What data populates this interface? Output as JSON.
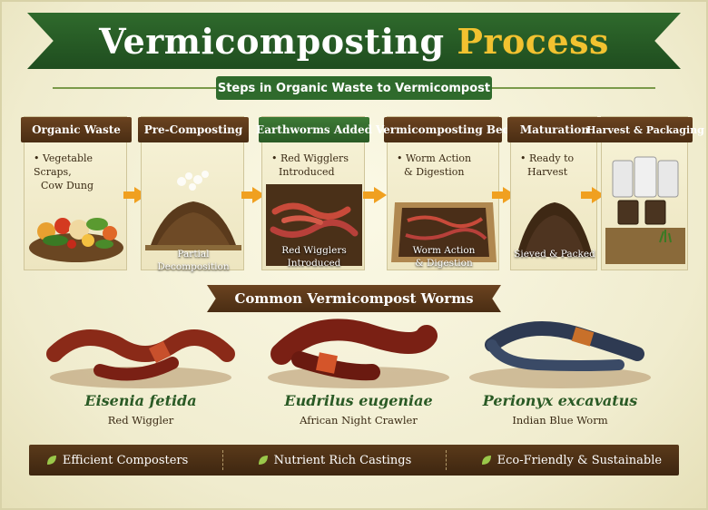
{
  "title": {
    "main": "Vermicomposting",
    "accent": "Process"
  },
  "subtitle": "Steps in Organic Waste to Vermicompost",
  "steps": [
    {
      "header": "Organic Waste",
      "desc": [
        "• Vegetable Scraps,",
        "Cow Dung"
      ],
      "caption": []
    },
    {
      "header": "Pre-Composting",
      "desc": [],
      "caption": [
        "Partial Decomposition"
      ]
    },
    {
      "header": "Earthworms Added",
      "desc": [
        "• Red Wigglers",
        "Introduced"
      ],
      "caption": [
        "Red Wigglers",
        "Introduced"
      ]
    },
    {
      "header": "Vermicomposting Bed",
      "desc": [
        "• Worm Action",
        "& Digestion"
      ],
      "caption": [
        "Worm Action",
        "& Digestion"
      ]
    },
    {
      "header": "Maturation",
      "desc": [
        "• Ready to",
        "Harvest"
      ],
      "caption": [
        "Sieved & Packed"
      ]
    },
    {
      "header": "Harvest & Packaging",
      "desc": [],
      "caption": []
    }
  ],
  "worms_heading": "Common Vermicompost Worms",
  "worms": [
    {
      "scientific": "Eisenia fetida",
      "common": "Red Wiggler",
      "body_color": "#8a2a18",
      "band_color": "#c8502c"
    },
    {
      "scientific": "Eudrilus eugeniae",
      "common": "African Night Crawler",
      "body_color": "#7a2014",
      "band_color": "#d4552a"
    },
    {
      "scientific": "Perionyx excavatus",
      "common": "Indian Blue Worm",
      "body_color": "#2e3a52",
      "band_color": "#c8702a"
    }
  ],
  "features": [
    "Efficient Composters",
    "Nutrient Rich Castings",
    "Eco-Friendly & Sustainable"
  ],
  "colors": {
    "green": "#2f6a2c",
    "brown": "#5a3a1a",
    "accent": "#f2c230",
    "arrow": "#f0a020"
  }
}
